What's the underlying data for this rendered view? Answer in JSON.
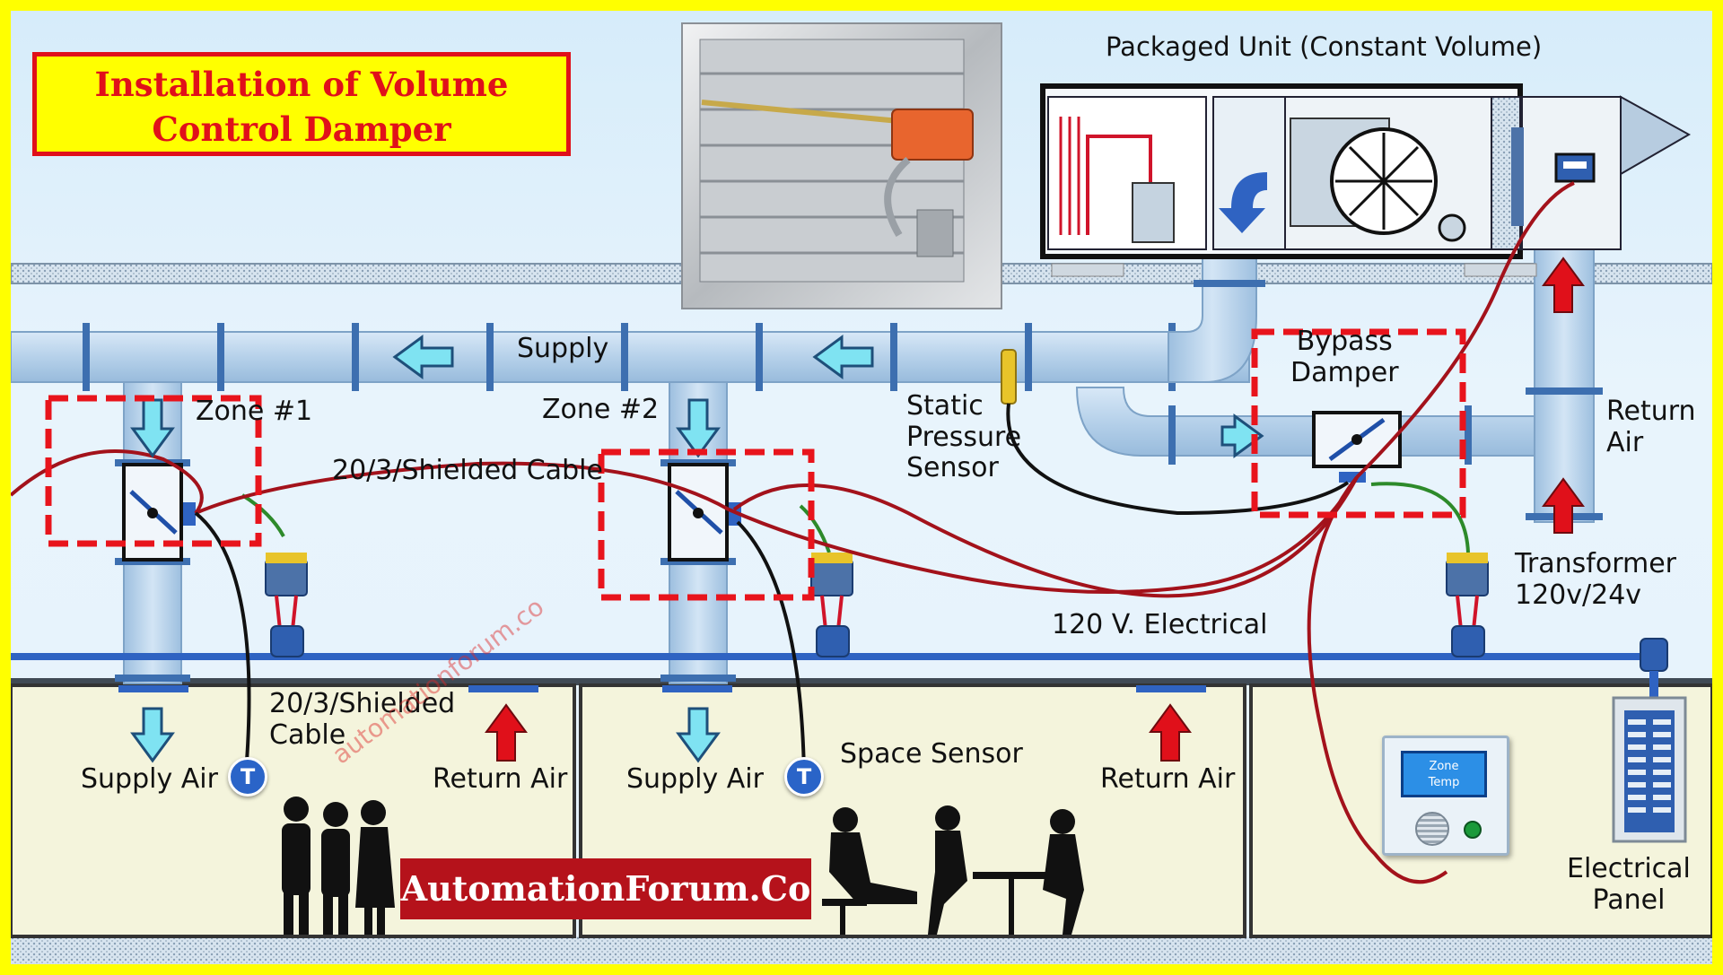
{
  "title": {
    "line1": "Installation of Volume",
    "line2": "Control Damper"
  },
  "labels": {
    "packaged_unit": "Packaged Unit (Constant Volume)",
    "supply": "Supply",
    "zone1": "Zone #1",
    "zone2": "Zone #2",
    "static_pressure_sensor": [
      "Static",
      "Pressure",
      "Sensor"
    ],
    "bypass_damper": [
      "Bypass",
      "Damper"
    ],
    "return_air_duct": [
      "Return",
      "Air"
    ],
    "cable_top": "20/3/Shielded Cable",
    "cable_bottom": [
      "20/3/Shielded",
      "Cable"
    ],
    "transformer": [
      "Transformer",
      "120v/24v"
    ],
    "electrical_line": "120 V. Electrical",
    "supply_air_1": "Supply Air",
    "return_air_1": "Return Air",
    "supply_air_2": "Supply Air",
    "return_air_2": "Return Air",
    "space_sensor": "Space Sensor",
    "electrical_panel": [
      "Electrical",
      "Panel"
    ]
  },
  "sensor_symbol": "T",
  "zone_temp_display": [
    "Zone",
    "Temp"
  ],
  "brand": "AutomationForum.Co",
  "watermark": "automationforum.co",
  "colors": {
    "frame": "#ffff00",
    "title_text": "#e0101a",
    "duct": "#b9d4ec",
    "duct_flange": "#3d6fb0",
    "highlight_box": "#e8141c",
    "wire_red": "#a3121b",
    "wire_green": "#2d8a2a",
    "brand_bg": "#b5121b",
    "air_arrow_supply": "#7fe3f2",
    "air_arrow_return": "#e0101a"
  }
}
